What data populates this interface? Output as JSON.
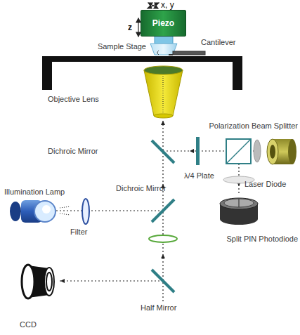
{
  "diagram": {
    "nodes": [
      {
        "text": [
          "Piezo"
        ]
      }
    ],
    "labels": [
      "x, y",
      "z",
      "Sample Stage",
      "Cantilever",
      "Objective Lens",
      "Polarization Beam Splitter",
      "Dichroic Mirror",
      "λ/4 Plate",
      "Laser Diode",
      "Illumination Lamp",
      "Dichroic Mirror",
      "Split PIN Photodiode",
      "Filter",
      "Half Mirror",
      "CCD"
    ]
  }
}
